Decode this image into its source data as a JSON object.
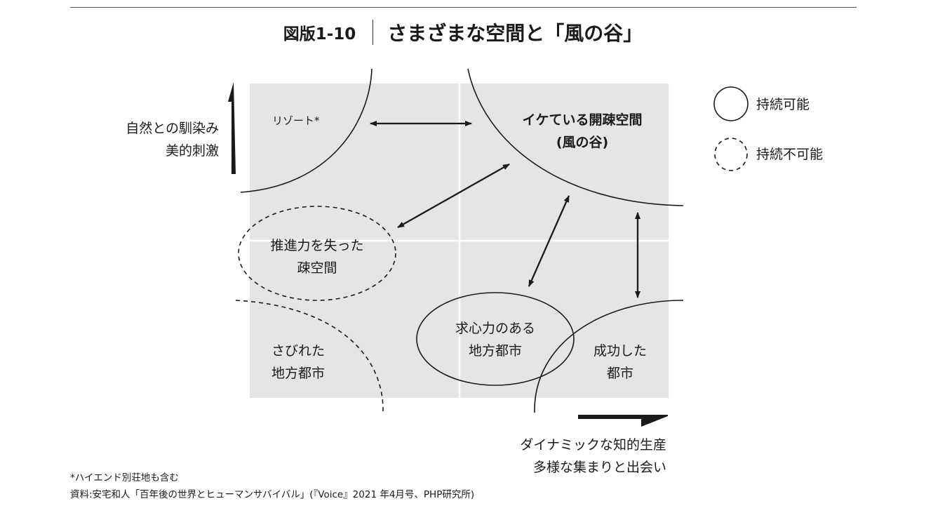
{
  "title": {
    "figure_number": "図版1-10",
    "text": "さまざまな空間と「風の谷」"
  },
  "axes": {
    "y_axis_label": [
      "自然との馴染み",
      "美的刺激"
    ],
    "x_axis_label": [
      "ダイナミックな知的生産",
      "多様な集まりと出会い"
    ]
  },
  "areas": {
    "resort": "リゾート*",
    "hip_sparse": [
      "イケている開疎空間",
      "(風の谷)"
    ],
    "lost_momentum": [
      "推進力を失った",
      "疎空間"
    ],
    "declining_city": [
      "さびれた",
      "地方都市"
    ],
    "attractive_city": [
      "求心力のある",
      "地方都市"
    ],
    "successful_city": [
      "成功した",
      "都市"
    ]
  },
  "legend": {
    "sustainable": "持続可能",
    "unsustainable": "持続不可能"
  },
  "footnotes": {
    "note": "*ハイエンド別荘地も含む",
    "source": "資料:安宅和人「百年後の世界とヒューマンサバイバル」(『Voice』2021 年4月号、PHP研究所)"
  },
  "colors": {
    "panel": "#e5e5e5",
    "ink": "#1a1a1a",
    "divider": "#ffffff"
  }
}
